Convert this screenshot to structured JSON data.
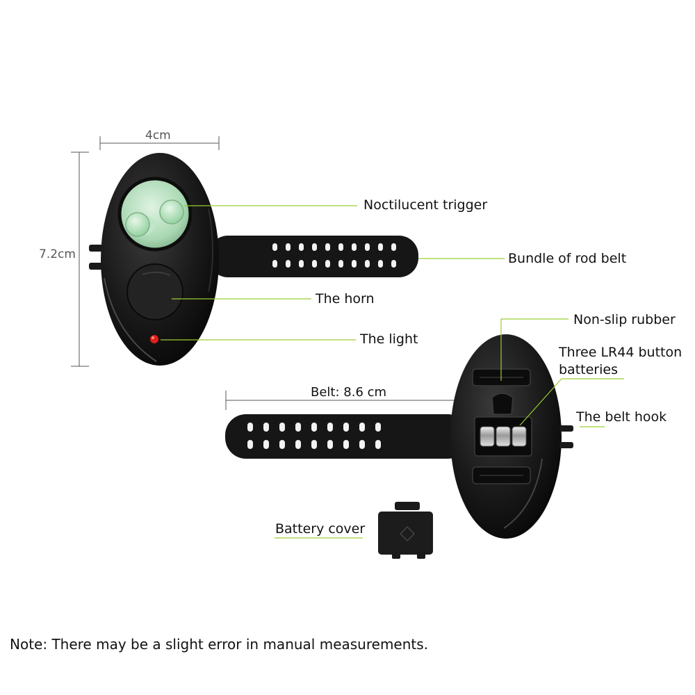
{
  "dimensions": {
    "width": "4cm",
    "height": "7.2cm",
    "belt": "Belt: 8.6 cm"
  },
  "labels": {
    "noctilucent_trigger": "Noctilucent trigger",
    "rod_belt": "Bundle of rod belt",
    "horn": "The horn",
    "light": "The light",
    "non_slip_rubber": "Non-slip rubber",
    "batteries_line1": "Three LR44 button",
    "batteries_line2": "batteries",
    "belt_hook": "The belt hook",
    "battery_cover": "Battery cover"
  },
  "note": "Note: There may be a slight error in manual measurements.",
  "colors": {
    "leader_line": "#9acd32",
    "device_body": "#151515",
    "trigger_glow": "#bfe6c8",
    "indicator_light": "#e0201a"
  }
}
